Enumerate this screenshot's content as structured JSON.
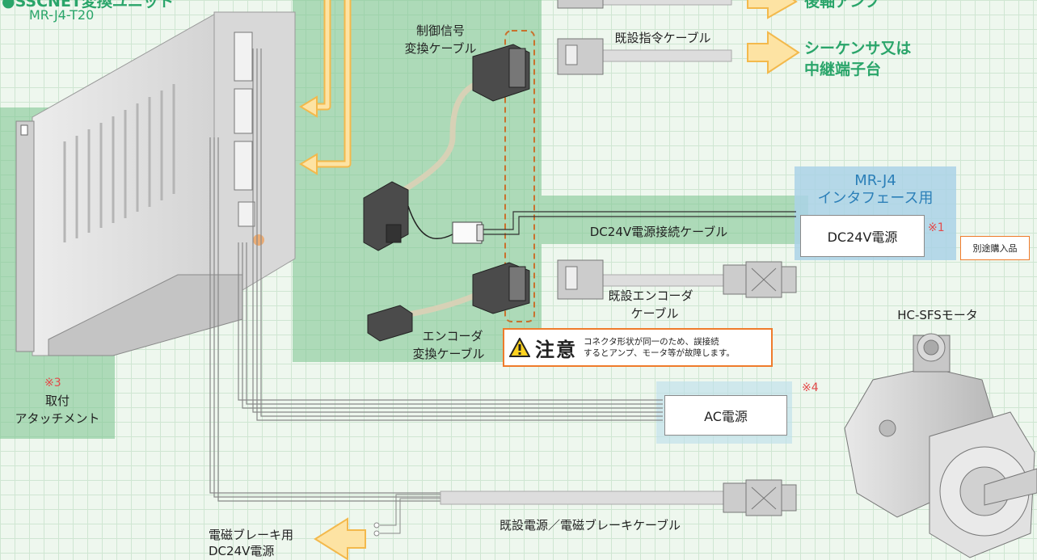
{
  "unit": {
    "title": "●SSCNET変換ユニット",
    "model": "MR-J4-T20"
  },
  "attachment": {
    "note": "※3",
    "label_line1": "取付",
    "label_line2": "アタッチメント"
  },
  "labels": {
    "rear_amp": "後軸アンプ",
    "sequencer_line1": "シーケンサ又は",
    "sequencer_line2": "中継端子台",
    "existing_command_cable": "既設指令ケーブル",
    "control_conv_line1": "制御信号",
    "control_conv_line2": "変換ケーブル",
    "encoder_conv_line1": "エンコーダ",
    "encoder_conv_line2": "変換ケーブル",
    "existing_encoder_line1": "既設エンコーダ",
    "existing_encoder_line2": "ケーブル",
    "dc24v_cable": "DC24V電源接続ケーブル",
    "power_brake_cable": "既設電源／電磁ブレーキケーブル",
    "brake_power_line1": "電磁ブレーキ用",
    "brake_power_line2": "DC24V電源",
    "motor": "HC-SFSモータ"
  },
  "mrj4": {
    "line1": "MR-J4",
    "line2": "インタフェース用",
    "note": "※1",
    "dc24v": "DC24V電源",
    "separate": "別途購入品"
  },
  "ac": {
    "note": "※4",
    "label": "AC電源"
  },
  "caution": {
    "title": "注意",
    "line1": "コネクタ形状が同一のため、誤接続",
    "line2": "するとアンプ、モータ等が故障します。"
  },
  "colors": {
    "green_zone": "#78c38c",
    "blue_zone": "#aad2e6",
    "arrow": "#fbd27a",
    "title_green": "#2aa56a",
    "note_red": "#e34a4a",
    "caution_border": "#ef7b2b"
  }
}
